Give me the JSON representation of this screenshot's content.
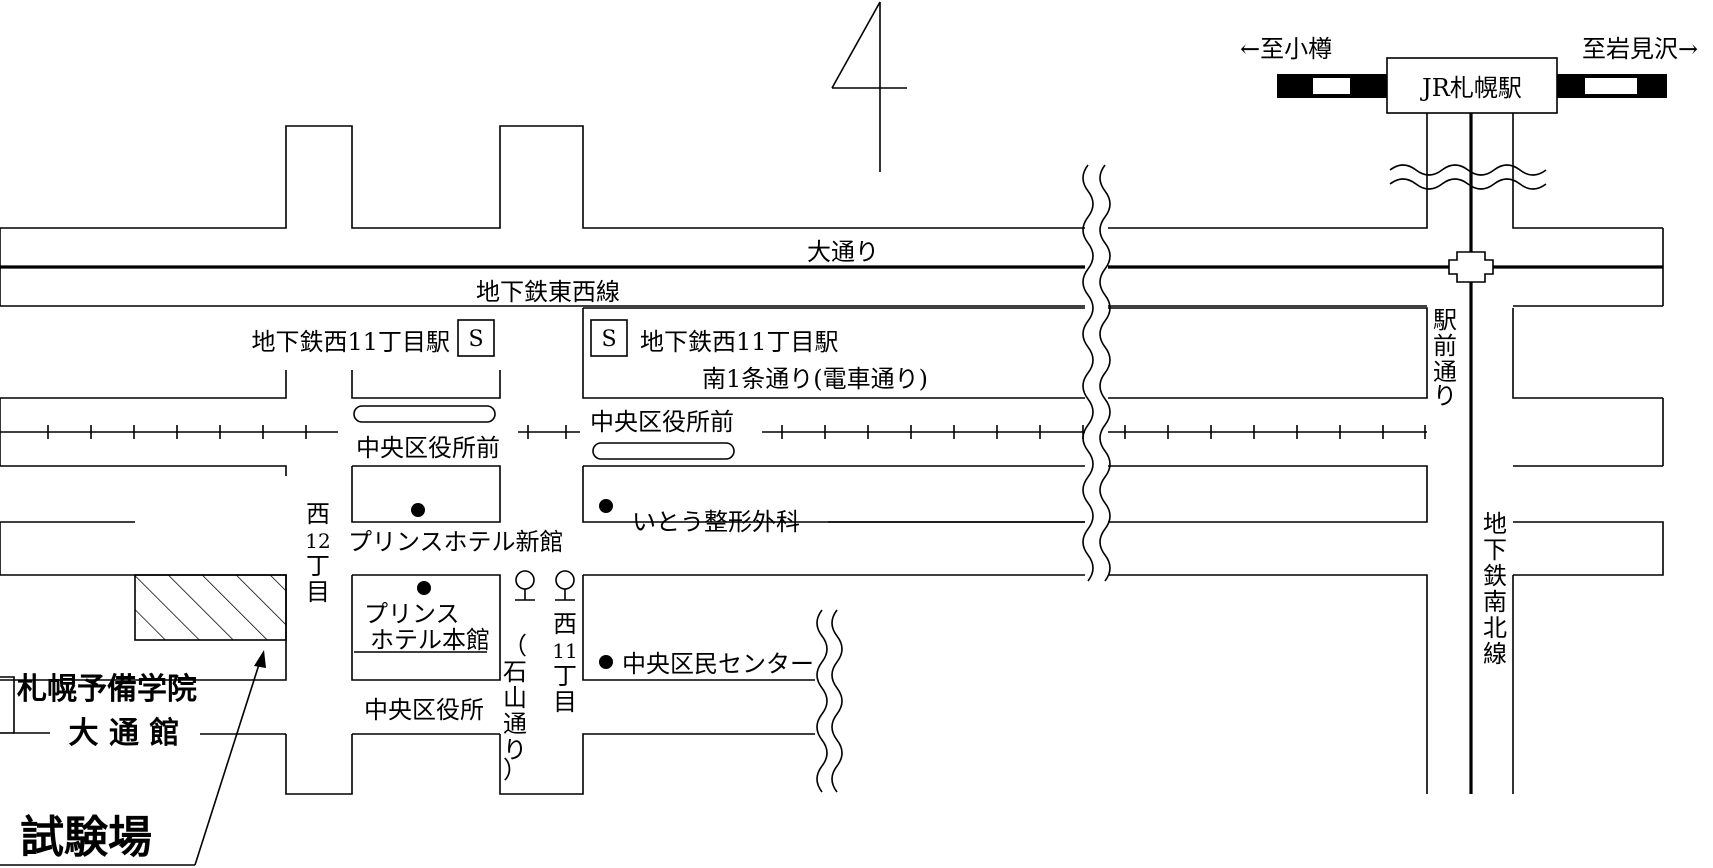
{
  "north_marker": {
    "glyph": "4"
  },
  "station": {
    "name": "JR札幌駅",
    "left_direction": "←至小樽",
    "right_direction": "至岩見沢→"
  },
  "streets": {
    "odori": "大通り",
    "minami1jo": "南1条通り(電車通り)",
    "ekimae": "駅前通り",
    "nishi12": "西12丁目",
    "nishi11": "西11丁目",
    "ishiyama": "(石山通り)"
  },
  "lines": {
    "tozai": "地下鉄東西線",
    "nanboku": "地下鉄南北線"
  },
  "subway_stations": {
    "nishi11_left": "地下鉄西11丁目駅",
    "nishi11_right": "地下鉄西11丁目駅",
    "badge": "S"
  },
  "tram_stops": {
    "chuo_kuyakusho_left": "中央区役所前",
    "chuo_kuyakusho_right": "中央区役所前"
  },
  "landmarks": {
    "prince_new": "プリンスホテル新館",
    "prince_main_line1": "プリンス",
    "prince_main_line2": "ホテル本館",
    "ito_clinic": "いとう整形外科",
    "kumin_center": "中央区民センター",
    "kuyakusho": "中央区役所"
  },
  "venue": {
    "school_name": "札幌予備学院",
    "building_name": "大 通 館",
    "exam_label": "試験場"
  }
}
